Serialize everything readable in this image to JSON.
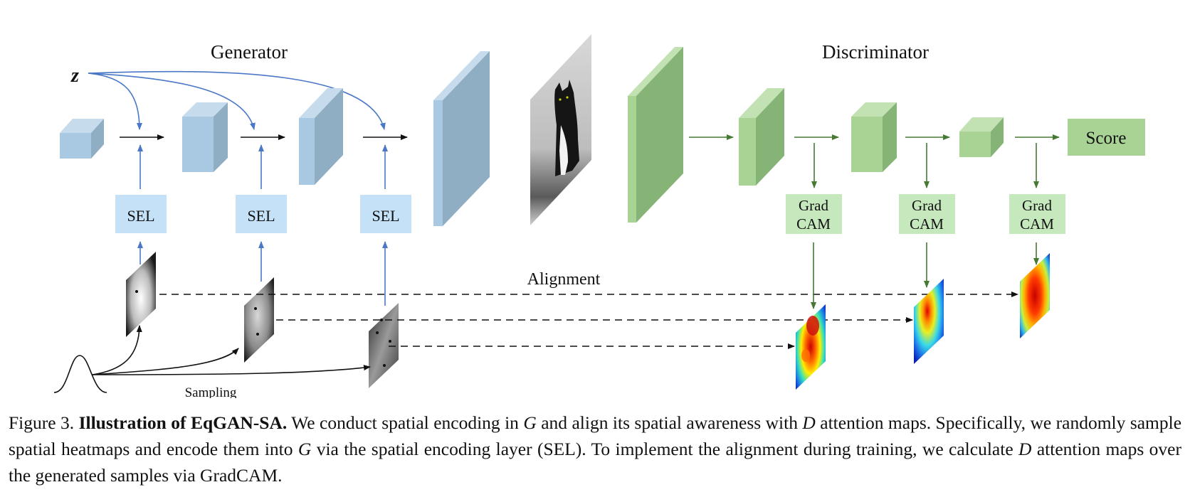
{
  "diagram": {
    "generator_title": "Generator",
    "discriminator_title": "Discriminator",
    "z_label": "z",
    "sel_labels": [
      "SEL",
      "SEL",
      "SEL"
    ],
    "gradcam_labels": [
      [
        "Grad",
        "CAM"
      ],
      [
        "Grad",
        "CAM"
      ],
      [
        "Grad",
        "CAM"
      ]
    ],
    "score_label": "Score",
    "alignment_label": "Alignment",
    "sampling_label": "Sampling",
    "colors": {
      "generator_front": "#a9c8e1",
      "generator_top": "#c6dbec",
      "generator_side": "#8fadc3",
      "discriminator_front": "#a9d394",
      "discriminator_top": "#c3e2b3",
      "discriminator_side": "#86b476",
      "sel_box": "#c4e1f7",
      "gradcam_box": "#c5e8bd",
      "generator_arrow": "#4a78c6",
      "discriminator_arrow": "#467a33"
    }
  },
  "caption": {
    "figure_label": "Figure 3.",
    "title": "Illustration of EqGAN-SA.",
    "t1": "We conduct spatial encoding in",
    "G1": "G",
    "t2": "and align its spatial awareness with",
    "D1": "D",
    "t3": "attention maps. Specifically, we randomly sample spatial heatmaps and encode them into",
    "G2": "G",
    "t4": "via the spatial encoding layer (SEL). To implement the alignment during training, we calculate",
    "D2": "D",
    "t5": "attention maps over the generated samples via GradCAM."
  }
}
